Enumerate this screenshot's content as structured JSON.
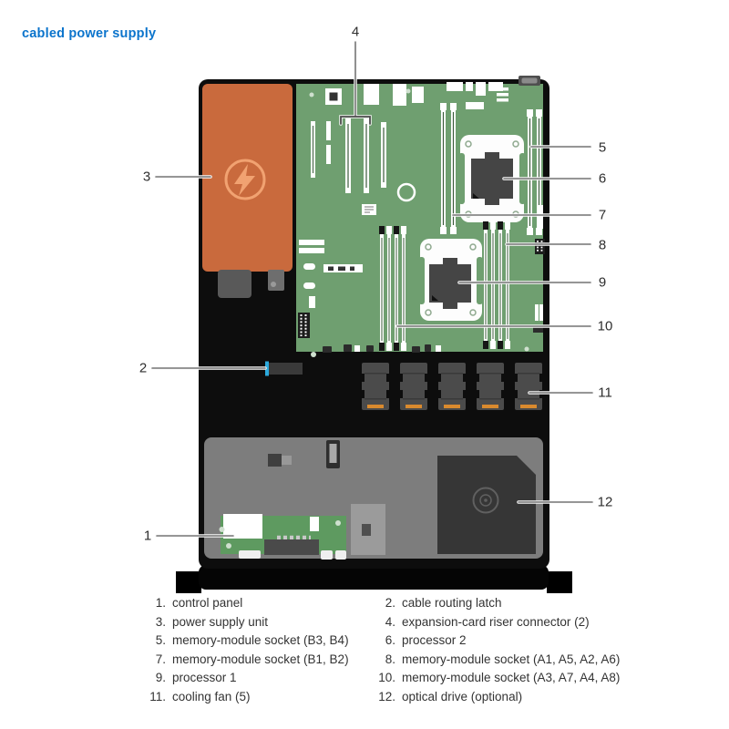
{
  "title": {
    "text": "cabled power supply"
  },
  "callouts": {
    "c1": "1",
    "c2": "2",
    "c3": "3",
    "c4": "4",
    "c5": "5",
    "c6": "6",
    "c7": "7",
    "c8": "8",
    "c9": "9",
    "c10": "10",
    "c11": "11",
    "c12": "12"
  },
  "legend": {
    "left": [
      {
        "num": "1.",
        "label": "control panel"
      },
      {
        "num": "3.",
        "label": "power supply unit"
      },
      {
        "num": "5.",
        "label": "memory-module socket (B3, B4)"
      },
      {
        "num": "7.",
        "label": "memory-module socket (B1, B2)"
      },
      {
        "num": "9.",
        "label": "processor 1"
      },
      {
        "num": "11.",
        "label": "cooling fan (5)"
      }
    ],
    "right": [
      {
        "num": "2.",
        "label": "cable routing latch"
      },
      {
        "num": "4.",
        "label": "expansion-card riser connector (2)"
      },
      {
        "num": "6.",
        "label": "processor 2"
      },
      {
        "num": "8.",
        "label": "memory-module socket (A1, A5, A2, A6)"
      },
      {
        "num": "10.",
        "label": "memory-module socket (A3, A7, A4, A8)"
      },
      {
        "num": "12.",
        "label": "optical drive (optional)"
      }
    ]
  },
  "icons": {
    "psu_badge": "lightning-bolt-icon",
    "optical_disc": "disc-icon"
  },
  "colors": {
    "accent_blue": "#0b74cc",
    "chassis_black": "#0d0d0d",
    "psu_orange": "#c96a3d",
    "psu_icon": "#f1a271",
    "board_green": "#6f9f70",
    "panel_green": "#5e9a60",
    "heatsink_gray": "#454545",
    "fan_gray": "#4b4b4b",
    "fan_orange": "#d98a2e",
    "bay_gray": "#7d7d7d",
    "drive_gray": "#363636",
    "latch_cyan": "#2ba9dc",
    "leader_gray": "#757575",
    "text_dark": "#333333"
  }
}
